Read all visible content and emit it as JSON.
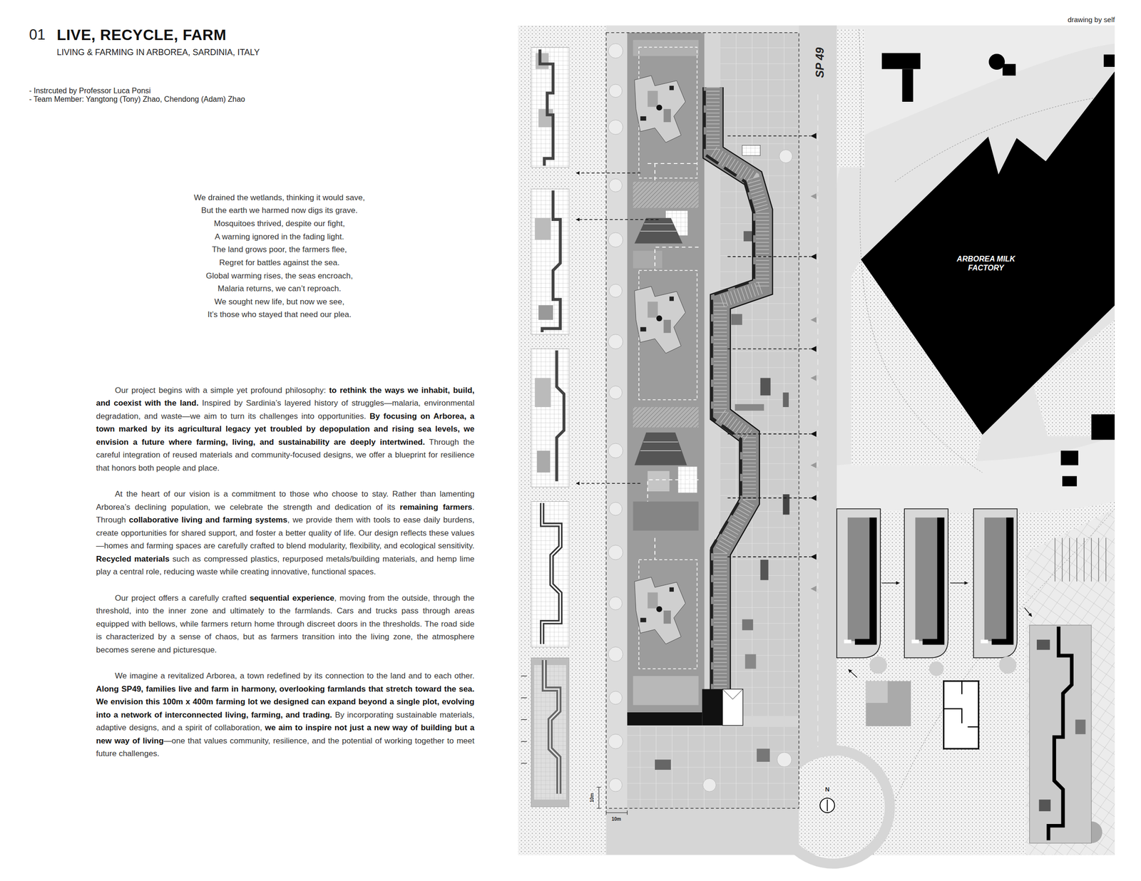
{
  "diagram": {
    "title": "LIVE, RECYCLE, FARM",
    "nodes": [
      {
        "text": [
          "ARBOREA MILK FACTORY"
        ]
      }
    ],
    "labels": [
      "01",
      "LIVING & FARMING IN ARBOREA, SARDINIA, ITALY",
      "- Instrcuted by Professor Luca Ponsi",
      "- Team Member: Yangtong (Tony) Zhao, Chendong (Adam) Zhao",
      "We drained the wetlands, thinking it would save,",
      "But the earth we harmed now digs its grave.",
      "Mosquitoes thrived, despite our fight,",
      "A warning ignored in the fading light.",
      "The land grows poor, the farmers flee,",
      "Regret for battles against the sea.",
      "Global warming rises, the seas encroach,",
      "Malaria returns, we can’t reproach.",
      "We sought new life, but now we see,",
      "It’s those who stayed that need our plea.",
      "Our project begins with a simple yet profound philosophy:",
      "to rethink the ways we inhabit, build, and coexist with the land.",
      "Inspired by Sardinia’s layered history of struggles—malaria, environmental degradation, and waste—we aim to turn its challenges into opportunities.",
      "By focusing on Arborea, a town marked by its agricultural legacy yet troubled by depopulation and rising sea levels, we envision a future where farming, living, and sustainability are deeply intertwined.",
      "Through the careful integration of reused materials and community-focused designs, we offer a blueprint for resilience that honors both people and place.",
      "At the heart of our vision is a commitment to those who choose to stay. Rather than lamenting Arborea’s declining population, we celebrate the strength and dedication of its",
      "remaining farmers",
      ". Through",
      "collaborative living and farming systems",
      ", we provide them with tools to ease daily burdens, create opportunities for shared support, and foster a better quality of life. Our design reflects these values—homes and farming spaces are carefully crafted to blend modularity, flexibility, and ecological sensitivity.",
      "Recycled materials",
      "such as compressed plastics, repurposed metals/building materials, and hemp lime play a central role, reducing waste while creating innovative, functional spaces.",
      "Our project offers a carefully crafted",
      "sequential experience",
      ", moving from the outside, through the threshold, into the inner zone and ultimately to the farmlands. Cars and trucks pass through areas equipped with bellows, while farmers return home through discreet doors in the thresholds. The road side is characterized by a sense of chaos, but as farmers transition into the living zone, the atmosphere becomes serene and picturesque.",
      "We imagine a revitalized Arborea, a town redefined by its connection to the land and to each other.",
      "Along SP49, families live and farm in harmony, overlooking farmlands that stretch toward the sea. We envision this 100m x 400m farming lot we designed can expand beyond a single plot, evolving into a network of interconnected living, farming, and trading.",
      "By incorporating sustainable materials, adaptive designs, and a spirit of collaboration,",
      "we aim to inspire not just a new way of building but a new way of living",
      "—one that values community, resilience, and the potential of working together to meet future challenges.",
      "drawing by self",
      "SP 49",
      "N",
      "10m",
      "10m"
    ]
  }
}
